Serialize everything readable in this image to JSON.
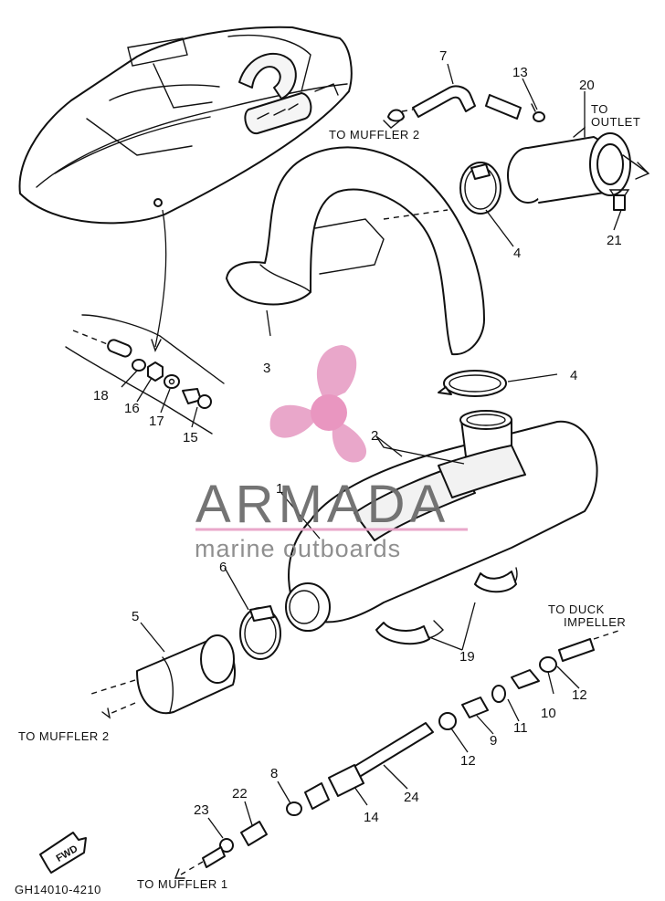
{
  "diagram": {
    "doc_code": "GH14010-4210",
    "fwd_label": "FWD",
    "notes": {
      "to_muffler2_top": "TO MUFFLER 2",
      "to_outlet_line1": "TO",
      "to_outlet_line2": "OUTLET",
      "to_duck_line1": "TO DUCK",
      "to_duck_line2": "IMPELLER",
      "to_muffler2_left": "TO MUFFLER 2",
      "to_muffler1": "TO MUFFLER 1"
    },
    "callouts": {
      "c1": "1",
      "c2": "2",
      "c3": "3",
      "c4a": "4",
      "c4b": "4",
      "c5": "5",
      "c6": "6",
      "c7": "7",
      "c8": "8",
      "c9": "9",
      "c10": "10",
      "c11": "11",
      "c12a": "12",
      "c12b": "12",
      "c13": "13",
      "c14": "14",
      "c15": "15",
      "c16": "16",
      "c17": "17",
      "c18": "18",
      "c19": "19",
      "c20": "20",
      "c21": "21",
      "c22": "22",
      "c23": "23",
      "c24": "24"
    }
  },
  "watermark": {
    "brand": "ARMADA",
    "tagline": "marine outboards",
    "colors": {
      "pink": "#e8a3c8",
      "pink_light": "#f3c9df",
      "gray": "#6d6d6d"
    }
  }
}
